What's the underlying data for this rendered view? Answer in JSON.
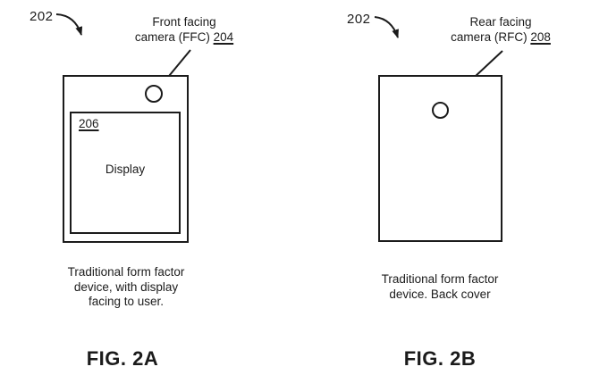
{
  "colors": {
    "ink": "#1b1b1b",
    "background": "#ffffff"
  },
  "figures": [
    {
      "ref_label": "202",
      "callout": {
        "line1": "Front facing",
        "line2_prefix": "camera (FFC) ",
        "ref_number": "204"
      },
      "device": {
        "display_ref_number": "206",
        "display_label": "Display"
      },
      "caption_lines": [
        "Traditional form factor",
        "device, with display",
        "facing to user."
      ],
      "fig_label": "FIG. 2A"
    },
    {
      "ref_label": "202",
      "callout": {
        "line1": "Rear facing",
        "line2_prefix": "camera (RFC) ",
        "ref_number": "208"
      },
      "caption_lines": [
        "Traditional form factor",
        "device. Back cover"
      ],
      "fig_label": "FIG. 2B"
    }
  ]
}
